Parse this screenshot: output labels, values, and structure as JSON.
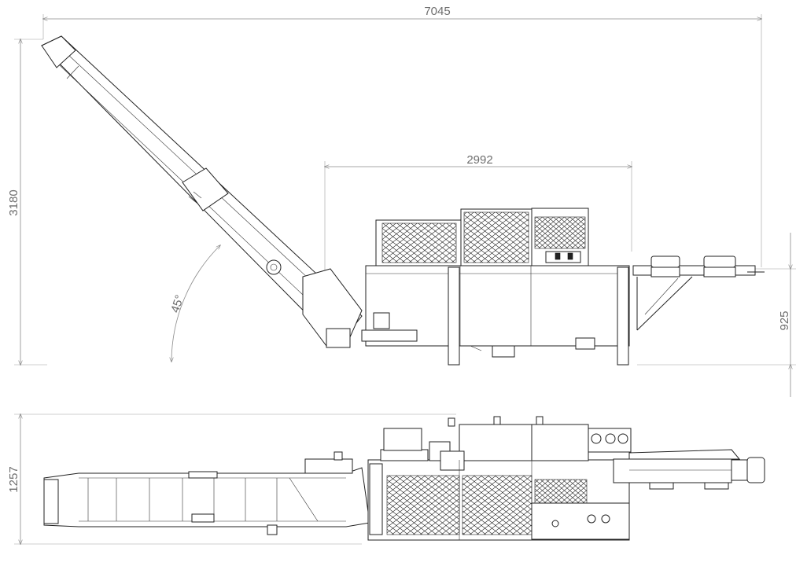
{
  "drawing": {
    "dimensions": {
      "overall_length": "7045",
      "inner_length": "2992",
      "overall_height": "3180",
      "outfeed_height": "925",
      "top_view_width": "1257",
      "conveyor_angle": "45°"
    }
  },
  "colors": {
    "dimension_lines": "#8a8a8a",
    "dimension_text": "#6e6e6e",
    "part_outline": "#222222"
  }
}
